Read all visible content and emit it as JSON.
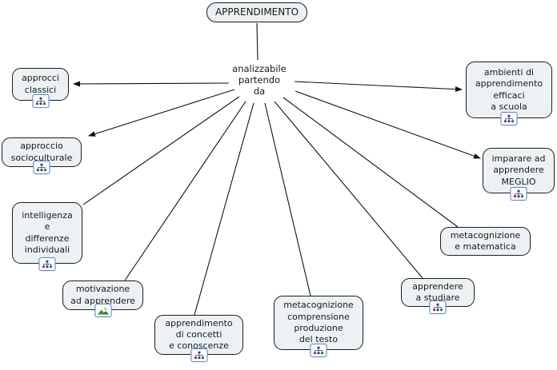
{
  "root_concept": "APPRENDIMENTO",
  "linking_phrase": "analizzabile\npartendo\nda",
  "nodes": [
    {
      "id": "approcci-classici",
      "label": "approcci\nclassici",
      "icon": "cmap-icon"
    },
    {
      "id": "approccio-socioculturale",
      "label": "approccio\nsocioculturale",
      "icon": "cmap-icon"
    },
    {
      "id": "intelligenza-differenze",
      "label": "intelligenza\ne\ndifferenze\nindividuali",
      "icon": "cmap-icon"
    },
    {
      "id": "motivazione",
      "label": "motivazione\nad apprendere",
      "icon": "image-icon"
    },
    {
      "id": "apprendimento-concetti",
      "label": "apprendimento\ndi concetti\ne conoscenze",
      "icon": "cmap-icon"
    },
    {
      "id": "metacognizione-testo",
      "label": "metacognizione\ncomprensione\nproduzione\ndel testo",
      "icon": "cmap-icon"
    },
    {
      "id": "apprendere-studiare",
      "label": "apprendere\na studiare",
      "icon": "cmap-icon"
    },
    {
      "id": "metacognizione-matematica",
      "label": "metacognizione\ne matematica",
      "icon": null
    },
    {
      "id": "imparare-meglio",
      "label": "imparare ad\napprendere\nMEGLIO",
      "icon": "cmap-icon"
    },
    {
      "id": "ambienti-scuola",
      "label": "ambienti di\napprendimento\nefficaci\na scuola",
      "icon": "cmap-icon"
    }
  ],
  "edges": [
    {
      "from": "APPRENDIMENTO",
      "to": "analizzabile partendo da",
      "arrowhead": false
    },
    {
      "from": "analizzabile partendo da",
      "to": "approcci classici",
      "arrowhead": true
    },
    {
      "from": "analizzabile partendo da",
      "to": "approccio socioculturale",
      "arrowhead": true
    },
    {
      "from": "analizzabile partendo da",
      "to": "intelligenza e differenze individuali",
      "arrowhead": false
    },
    {
      "from": "analizzabile partendo da",
      "to": "motivazione ad apprendere",
      "arrowhead": false
    },
    {
      "from": "analizzabile partendo da",
      "to": "apprendimento di concetti e conoscenze",
      "arrowhead": false
    },
    {
      "from": "analizzabile partendo da",
      "to": "metacognizione comprensione produzione del testo",
      "arrowhead": false
    },
    {
      "from": "analizzabile partendo da",
      "to": "apprendere a studiare",
      "arrowhead": false
    },
    {
      "from": "analizzabile partendo da",
      "to": "metacognizione e matematica",
      "arrowhead": false
    },
    {
      "from": "analizzabile partendo da",
      "to": "imparare ad apprendere MEGLIO",
      "arrowhead": true
    },
    {
      "from": "analizzabile partendo da",
      "to": "ambienti di apprendimento efficaci a scuola",
      "arrowhead": true
    }
  ],
  "colors": {
    "node_fill": "#ecf2f3",
    "node_border": "#1c1c1c",
    "line": "#111111",
    "icon_border": "#5c88cc"
  }
}
